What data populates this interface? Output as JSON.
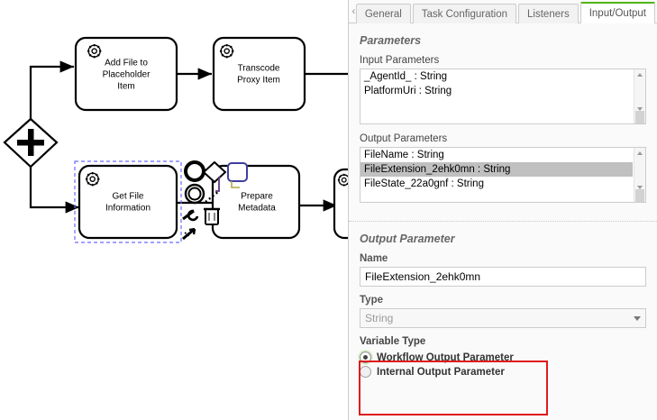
{
  "panel": {
    "tabs": [
      {
        "label": "General",
        "active": false
      },
      {
        "label": "Task Configuration",
        "active": false
      },
      {
        "label": "Listeners",
        "active": false
      },
      {
        "label": "Input/Output",
        "active": true
      }
    ],
    "scroll_back_icon": "‹",
    "accent_color": "#52b415",
    "parameters": {
      "heading": "Parameters",
      "input_label": "Input Parameters",
      "input_items": [
        "_AgentId_ : String",
        "PlatformUri : String"
      ],
      "output_label": "Output Parameters",
      "output_items": [
        {
          "text": "FileName : String",
          "selected": false
        },
        {
          "text": "FileExtension_2ehk0mn : String",
          "selected": true
        },
        {
          "text": "FileState_22a0gnf : String",
          "selected": false
        }
      ]
    },
    "output_parameter": {
      "heading": "Output Parameter",
      "name_label": "Name",
      "name_value": "FileExtension_2ehk0mn",
      "type_label": "Type",
      "type_value": "String",
      "variable_type_label": "Variable Type",
      "options": [
        {
          "label": "Workflow Output Parameter",
          "selected": true
        },
        {
          "label": "Internal Output Parameter",
          "selected": false
        }
      ],
      "highlight_color": "#e01b1b"
    }
  },
  "diagram": {
    "tasks": [
      {
        "id": "add-file",
        "lines": [
          "Add File to",
          "Placeholder",
          "Item"
        ]
      },
      {
        "id": "transcode",
        "lines": [
          "Transcode",
          "Proxy Item"
        ]
      },
      {
        "id": "get-file-info",
        "lines": [
          "Get File",
          "Information"
        ],
        "selected": true
      },
      {
        "id": "prepare-metadata",
        "lines": [
          "Prepare",
          "Metadata"
        ]
      }
    ],
    "gateway": {
      "id": "parallel-gateway",
      "type": "parallel"
    },
    "context_pad_icons": [
      "start-event-icon",
      "gateway-icon",
      "task-icon",
      "intermediate-event-icon",
      "append-connection-icon",
      "wrench-icon",
      "trash-icon",
      "connect-icon"
    ]
  }
}
